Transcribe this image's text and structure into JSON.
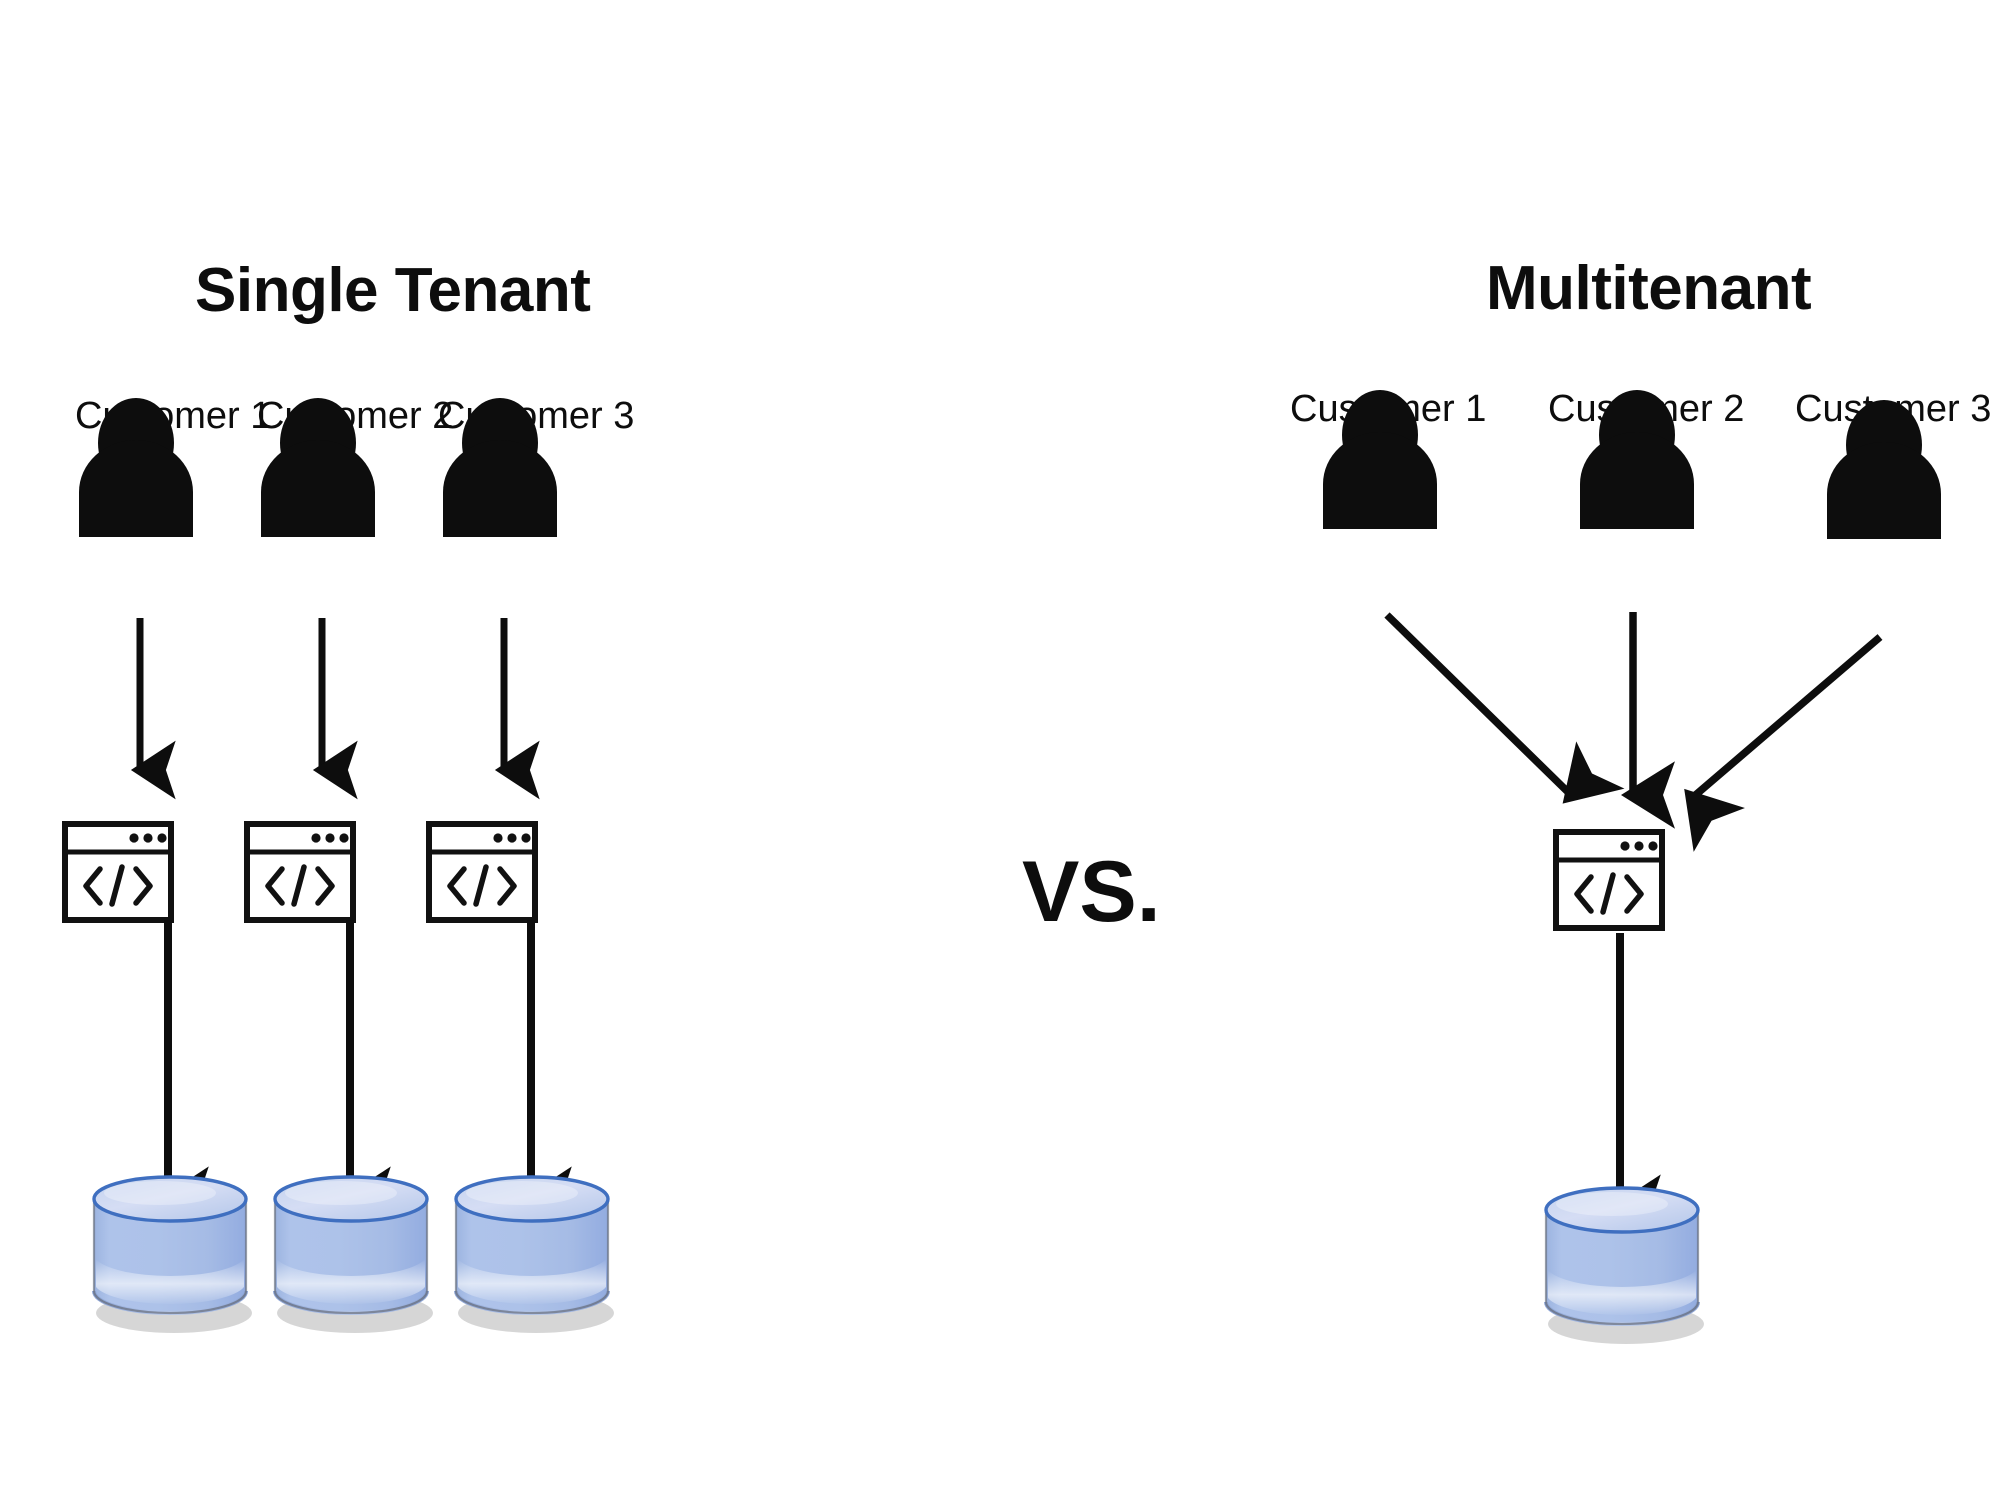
{
  "diagram": {
    "title_left": "Single Tenant",
    "title_right": "Multitenant",
    "comparator": "VS.",
    "colors": {
      "background": "#ffffff",
      "ink": "#0d0d0d",
      "db_body": "#a8bee6",
      "db_top": "#d2ddf3",
      "db_outline": "#3f6fc0",
      "db_shadow": "#8fa7d4"
    }
  },
  "single_tenant": {
    "title": "Single Tenant",
    "columns": [
      {
        "customer_label": "Customer 1",
        "person_icon": "person-icon",
        "app_icon": "code-window-icon",
        "app_code_glyph": "</>",
        "db_label": "DB",
        "arrow_person_to_app": "arrow-down-icon",
        "arrow_app_to_db": "arrow-down-icon"
      },
      {
        "customer_label": "Customer 2",
        "person_icon": "person-icon",
        "app_icon": "code-window-icon",
        "app_code_glyph": "</>",
        "db_label": "DB",
        "arrow_person_to_app": "arrow-down-icon",
        "arrow_app_to_db": "arrow-down-icon"
      },
      {
        "customer_label": "Customer 3",
        "person_icon": "person-icon",
        "app_icon": "code-window-icon",
        "app_code_glyph": "</>",
        "db_label": "DB",
        "arrow_person_to_app": "arrow-down-icon",
        "arrow_app_to_db": "arrow-down-icon"
      }
    ]
  },
  "multitenant": {
    "title": "Multitenant",
    "customers": [
      {
        "customer_label": "Customer 1",
        "person_icon": "person-icon",
        "arrow_to_app": "arrow-diagonal-down-right-icon"
      },
      {
        "customer_label": "Customer 2",
        "person_icon": "person-icon",
        "arrow_to_app": "arrow-down-icon"
      },
      {
        "customer_label": "Customer 3",
        "person_icon": "person-icon",
        "arrow_to_app": "arrow-diagonal-down-left-icon"
      }
    ],
    "app": {
      "app_icon": "code-window-icon",
      "app_code_glyph": "</>"
    },
    "arrow_app_to_db": "arrow-down-icon",
    "db": {
      "db_label": "DB"
    }
  }
}
